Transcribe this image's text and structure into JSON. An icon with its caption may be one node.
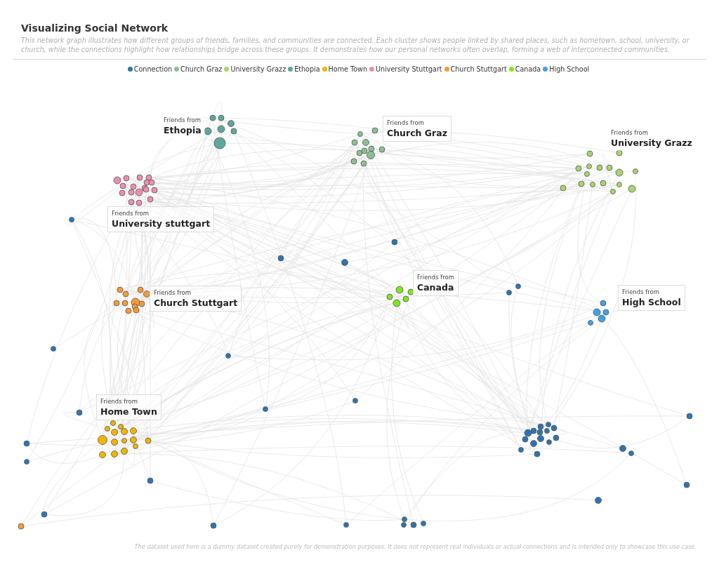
{
  "diagram": {
    "title": "Visualizing Social Network",
    "caption": "This network graph illustrates how different groups of friends, families, and communities are connected. Each cluster shows people linked by shared places, such as hometown, school, university, or church, while the connections highlight how relationships bridge across these groups. It demonstrates how our personal networks often overlap, forming a web of interconnected communities.",
    "nodes": [
      {
        "text": [
          "Friends from",
          "Ethopia"
        ]
      },
      {
        "text": [
          "Friends from",
          "Church Graz"
        ]
      },
      {
        "text": [
          "Friends from",
          "University Grazz"
        ]
      },
      {
        "text": [
          "Friends from",
          "University stuttgart"
        ]
      },
      {
        "text": [
          "Friends from",
          "Canada"
        ]
      },
      {
        "text": [
          "Friends from",
          "Church Stuttgart"
        ]
      },
      {
        "text": [
          "Friends from",
          "High School"
        ]
      },
      {
        "text": [
          "Friends from",
          "Home Town"
        ]
      }
    ],
    "labels": [
      "The dataset used here is a dummy dataset created purely for demonstration purposes. It does not represent real individuals or actual connections and is intended only to showcase this use case."
    ],
    "legend": [
      {
        "text": "Connection",
        "color": "#2e75b0"
      },
      {
        "text": "Church Graz",
        "color": "#8cc092"
      },
      {
        "text": "University Grazz",
        "color": "#a9d46f"
      },
      {
        "text": "Ethopia",
        "color": "#5fa79b"
      },
      {
        "text": "Home Town",
        "color": "#f1b400"
      },
      {
        "text": "University Stuttgart",
        "color": "#ec8fae"
      },
      {
        "text": "Church Stuttgart",
        "color": "#f59a3a"
      },
      {
        "text": "Canada",
        "color": "#7fe61e"
      },
      {
        "text": "High School",
        "color": "#3fa2e4"
      }
    ]
  }
}
